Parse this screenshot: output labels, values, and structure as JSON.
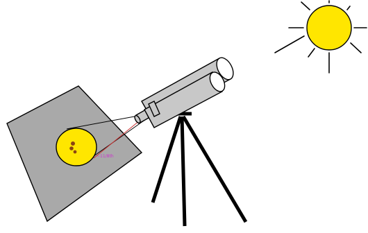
{
  "figure": {
    "colors": {
      "background": "#ffffff",
      "sun_fill": "#ffe600",
      "outline": "#000000",
      "screen_fill": "#a9a9a9",
      "binocular_fill": "#c8c8c8",
      "tripod": "#000000",
      "sunspot": "#8b4513",
      "light_ray": "#cc3333",
      "label_color": "#cc33cc"
    },
    "annotation": {
      "text": "~11/8th"
    },
    "objects": [
      {
        "name": "sun",
        "icon": "sun-icon"
      },
      {
        "name": "binoculars",
        "icon": "binoculars-icon"
      },
      {
        "name": "tripod",
        "icon": "tripod-icon"
      },
      {
        "name": "projection-screen",
        "icon": "card-icon"
      },
      {
        "name": "projected-sun-image",
        "icon": "sun-disc-icon"
      }
    ]
  }
}
